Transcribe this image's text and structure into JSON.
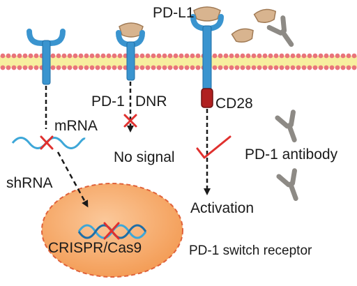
{
  "labels": {
    "pdl1": "PD-L1",
    "pd1": "PD-1",
    "dnr": "DNR",
    "cd28": "CD28",
    "mrna": "mRNA",
    "shrna": "shRNA",
    "no_signal": "No signal",
    "pd1_antibody": "PD-1 antibody",
    "activation": "Activation",
    "crispr": "CRISPR/Cas9",
    "switch_receptor": "PD-1 switch  receptor"
  },
  "colors": {
    "receptor": "#3a94cf",
    "receptor_dark": "#1f6ea6",
    "ligand": "#d8b48f",
    "ligand_dark": "#a07a55",
    "antibody": "#8d8a85",
    "membrane_head": "#e9747a",
    "membrane_tail": "#f1de6a",
    "cross": "#e0302e",
    "nucleus": "#f6a969",
    "nucleus_border": "#e0623a",
    "dna": "#3da7d8",
    "cd28_domain": "#b02020"
  },
  "icons": [
    "receptor-icon",
    "pd-l1-ligand-icon",
    "antibody-icon",
    "mrna-strand-icon",
    "dna-helix-icon",
    "checkmark-icon",
    "cross-icon"
  ]
}
